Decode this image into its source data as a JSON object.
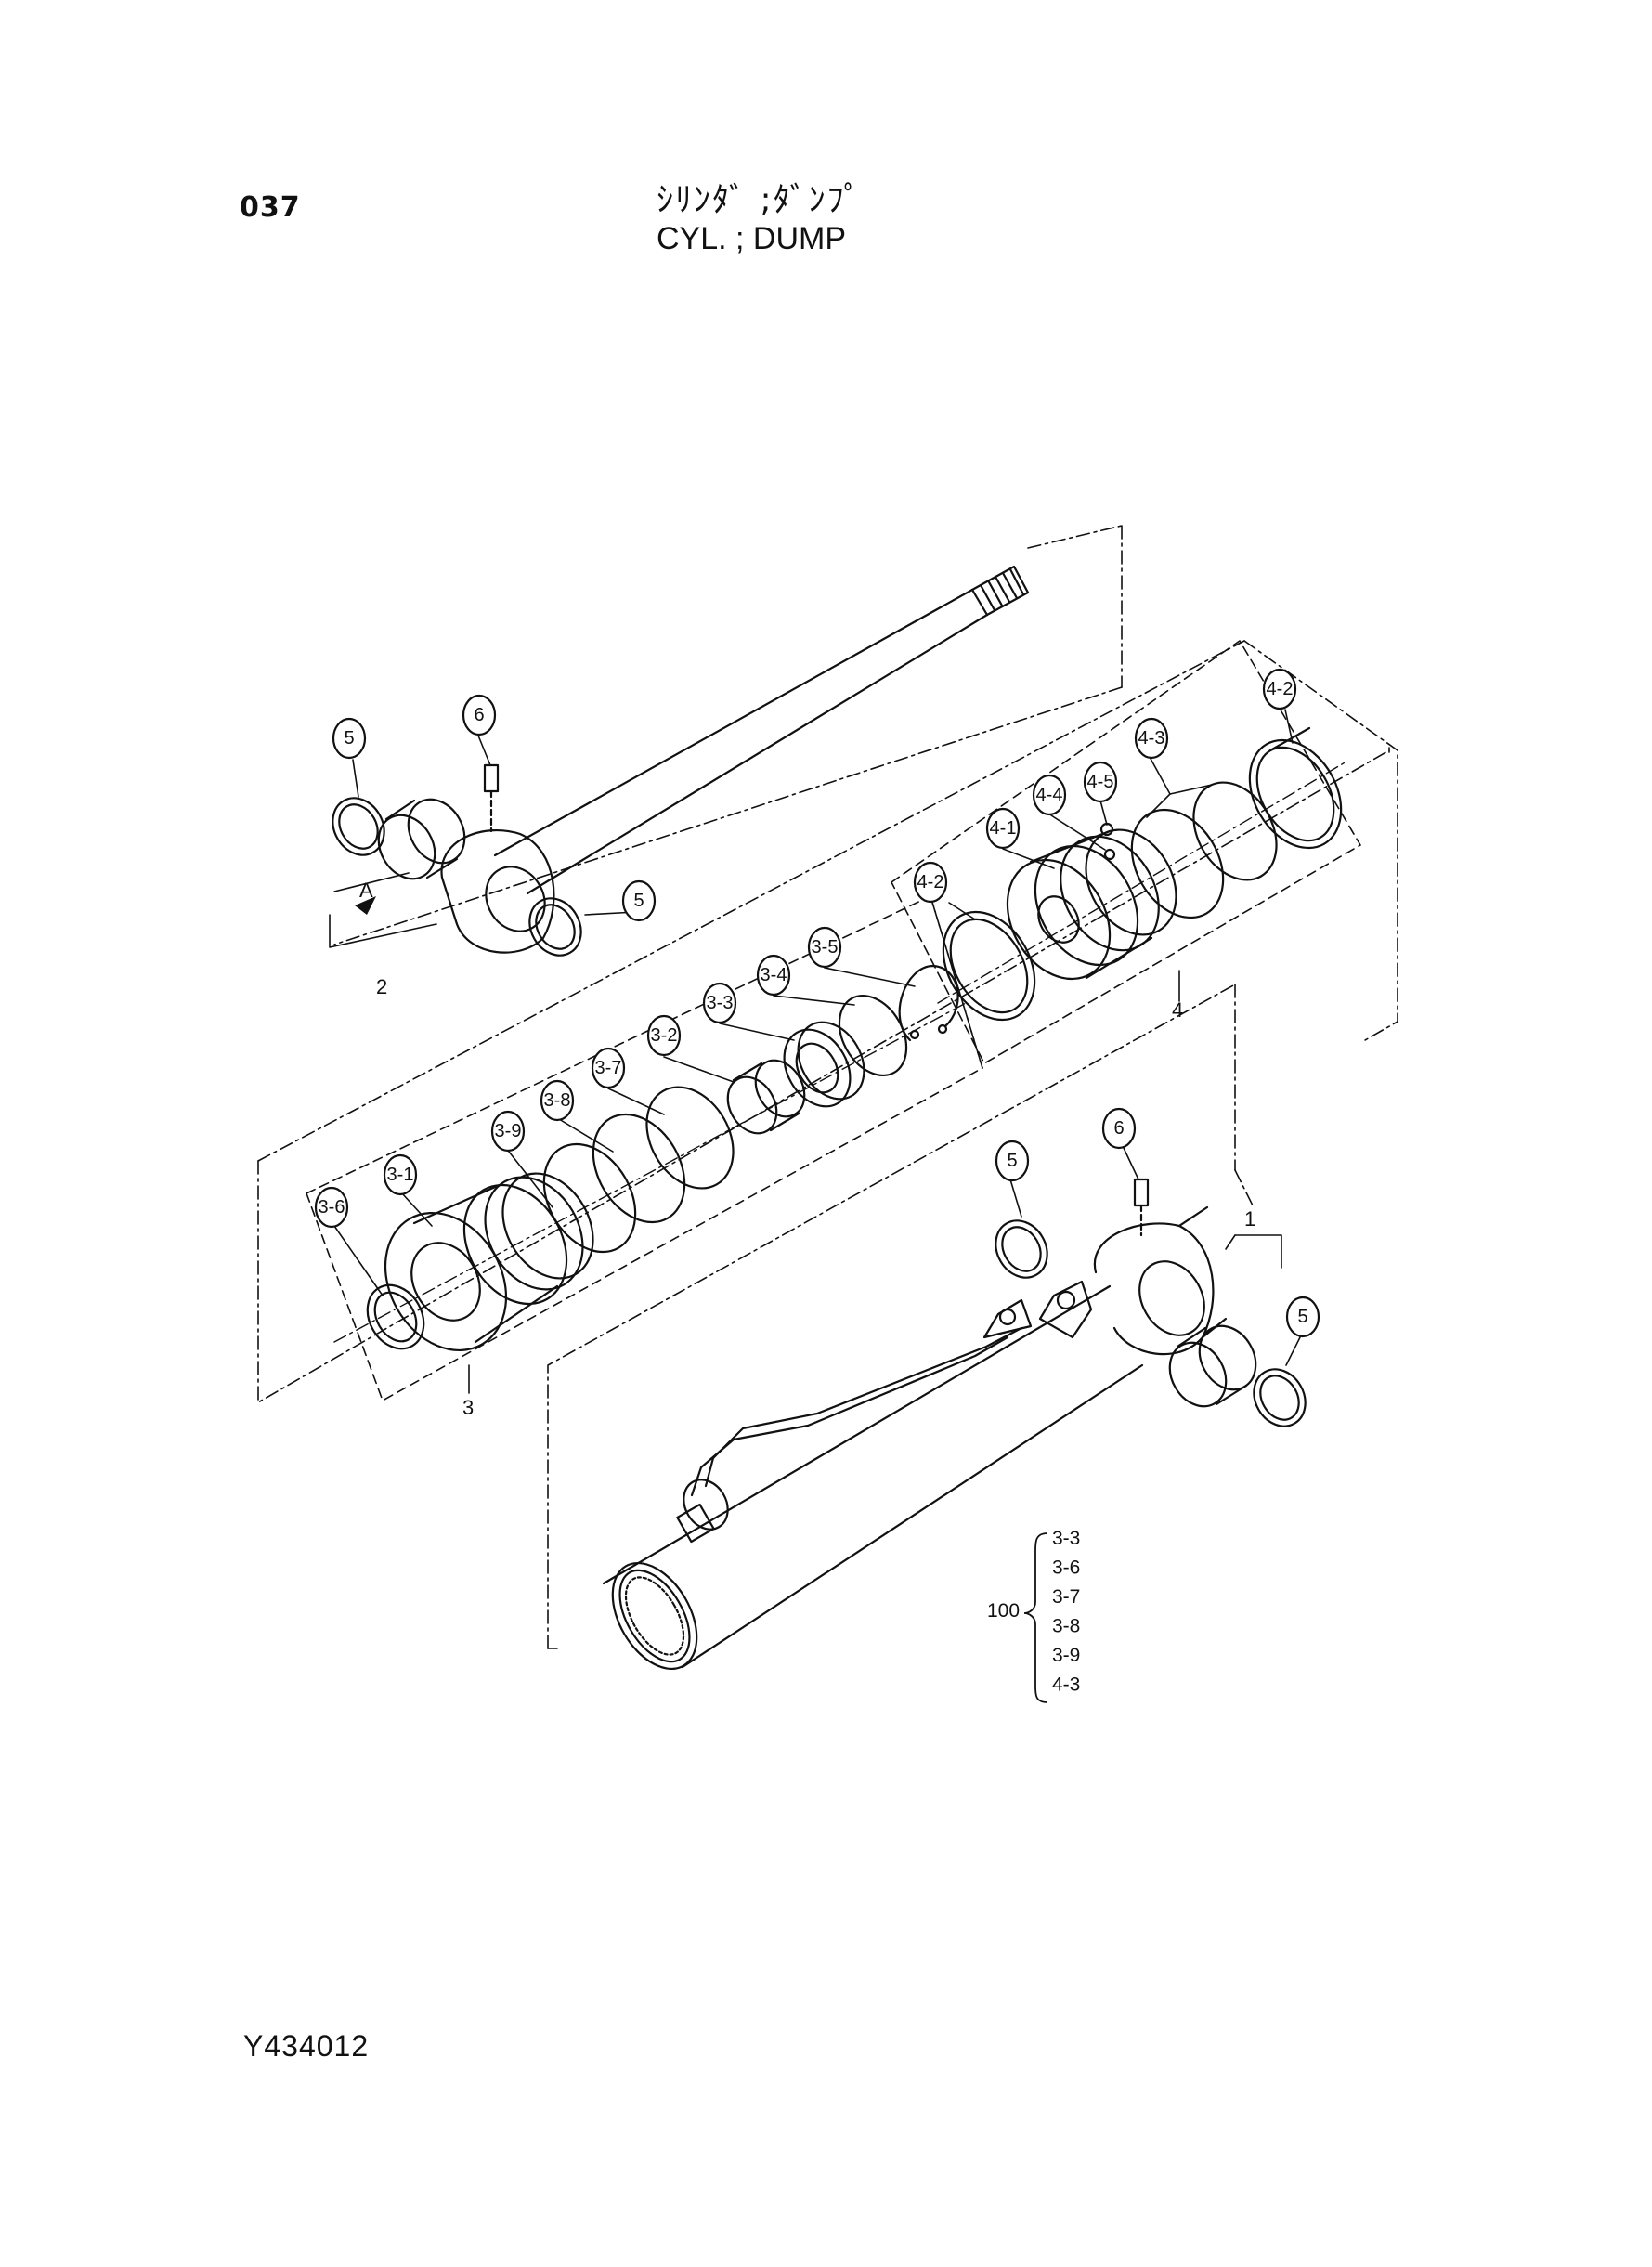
{
  "page_number": "037",
  "title_jp": "ｼﾘﾝﾀﾞ ;ﾀﾞﾝﾌﾟ",
  "title_en": "CYL. ; DUMP",
  "drawing_code": "Y434012",
  "labels": {
    "view_a": "A",
    "assy_1": "1",
    "assy_2": "2",
    "assy_3": "3",
    "assy_4": "4"
  },
  "callouts": [
    "5",
    "6",
    "5",
    "3-6",
    "3-1",
    "3-9",
    "3-8",
    "3-7",
    "3-2",
    "3-3",
    "3-4",
    "3-5",
    "4-2",
    "4-1",
    "4-4",
    "4-5",
    "4-3",
    "4-2",
    "5",
    "6",
    "5"
  ],
  "seal_kit": {
    "label": "100",
    "items": [
      "3-3",
      "3-6",
      "3-7",
      "3-8",
      "3-9",
      "4-3"
    ]
  }
}
